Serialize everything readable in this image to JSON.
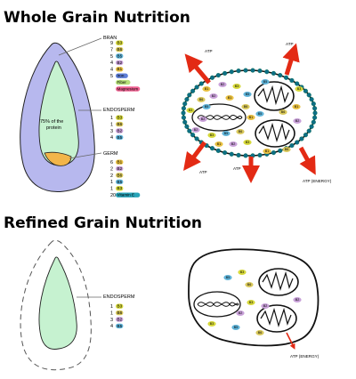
{
  "titles": {
    "whole": "Whole Grain Nutrition",
    "refined": "Refined Grain Nutrition"
  },
  "colors": {
    "bran": "#b7b8ee",
    "endosperm": "#c6f2d0",
    "germ": "#f2b54a",
    "membrane_cell": "#0d6f86",
    "arrow": "#e32a14",
    "B3": "#d6d83a",
    "B6": "#d8c75a",
    "B5": "#5fb3d8",
    "B2": "#c8a0d8",
    "B1": "#e8c040",
    "Iron": "#5f7fd8",
    "Fiber": "#b7e07a",
    "Magnesium": "#f06292",
    "VitaminE": "#28a4b8"
  },
  "whole": {
    "labels": {
      "bran": "BRAN",
      "endosperm": "ENDOSPERM",
      "germ": "GERM"
    },
    "endosperm_note": [
      "75% of the",
      "protein"
    ],
    "bran_list": [
      {
        "n": "9",
        "name": "B3"
      },
      {
        "n": "7",
        "name": "B6"
      },
      {
        "n": "5",
        "name": "B5"
      },
      {
        "n": "4",
        "name": "B2"
      },
      {
        "n": "4",
        "name": "B1"
      },
      {
        "n": "5",
        "name": "Iron"
      },
      {
        "n": "",
        "name": "Fiber"
      },
      {
        "n": "",
        "name": "Magnesium"
      }
    ],
    "endosperm_list": [
      {
        "n": "1",
        "name": "B3"
      },
      {
        "n": "1",
        "name": "B6"
      },
      {
        "n": "3",
        "name": "B2"
      },
      {
        "n": "4",
        "name": "B5"
      }
    ],
    "germ_list": [
      {
        "n": "6",
        "name": "B1"
      },
      {
        "n": "2",
        "name": "B2"
      },
      {
        "n": "2",
        "name": "B6"
      },
      {
        "n": "1",
        "name": "B5"
      },
      {
        "n": "1",
        "name": "B3"
      },
      {
        "n": "20",
        "name": "Vitamin E"
      }
    ],
    "atp_labels": [
      "ATP",
      "ATP",
      "ATP",
      "ATP",
      "ATP (ENERGY)"
    ]
  },
  "refined": {
    "labels": {
      "endosperm": "ENDOSPERM"
    },
    "endosperm_list": [
      {
        "n": "1",
        "name": "B3"
      },
      {
        "n": "1",
        "name": "B6"
      },
      {
        "n": "3",
        "name": "B2"
      },
      {
        "n": "4",
        "name": "B5"
      }
    ],
    "atp_label": "ATP (ENERGY)"
  }
}
